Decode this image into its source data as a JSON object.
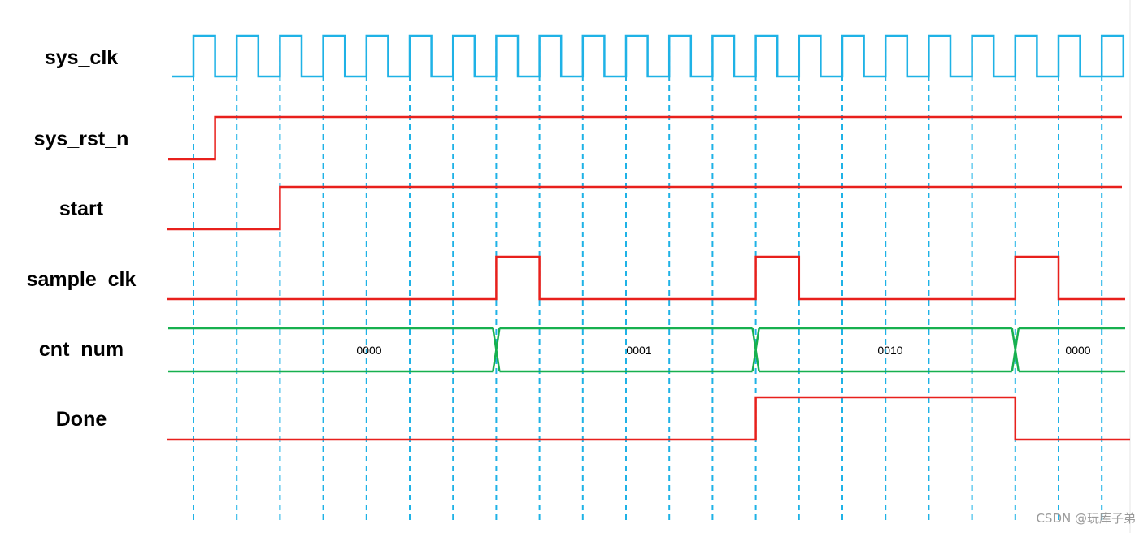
{
  "diagram": {
    "type": "timing-diagram",
    "colors": {
      "clock": "#1fb2e6",
      "signal": "#e8201c",
      "bus": "#17b04f",
      "gridline": "#1fb2e6"
    },
    "clock_cycles": 21,
    "signals": [
      {
        "id": "sys_clk",
        "label": "sys_clk",
        "kind": "clock"
      },
      {
        "id": "sys_rst_n",
        "label": "sys_rst_n",
        "kind": "bit",
        "initial": 0,
        "edges": [
          {
            "cycle": 0.5,
            "to": 1
          }
        ]
      },
      {
        "id": "start",
        "label": "start",
        "kind": "bit",
        "initial": 0,
        "edges": [
          {
            "cycle": 2,
            "to": 1
          }
        ]
      },
      {
        "id": "sample_clk",
        "label": "sample_clk",
        "kind": "bit",
        "initial": 0,
        "edges": [
          {
            "cycle": 7,
            "to": 1
          },
          {
            "cycle": 8,
            "to": 0
          },
          {
            "cycle": 13,
            "to": 1
          },
          {
            "cycle": 14,
            "to": 0
          },
          {
            "cycle": 19,
            "to": 1
          },
          {
            "cycle": 20,
            "to": 0
          }
        ]
      },
      {
        "id": "cnt_num",
        "label": "cnt_num",
        "kind": "bus",
        "segments": [
          {
            "value": "0000",
            "start": null,
            "end": 7
          },
          {
            "value": "0001",
            "start": 7,
            "end": 13
          },
          {
            "value": "0010",
            "start": 13,
            "end": 19
          },
          {
            "value": "0000",
            "start": 19,
            "end": null
          }
        ]
      },
      {
        "id": "done",
        "label": "Done",
        "kind": "bit",
        "initial": 0,
        "edges": [
          {
            "cycle": 13,
            "to": 1
          },
          {
            "cycle": 19,
            "to": 0
          }
        ]
      }
    ]
  },
  "watermark": "CSDN @玩库子弟"
}
